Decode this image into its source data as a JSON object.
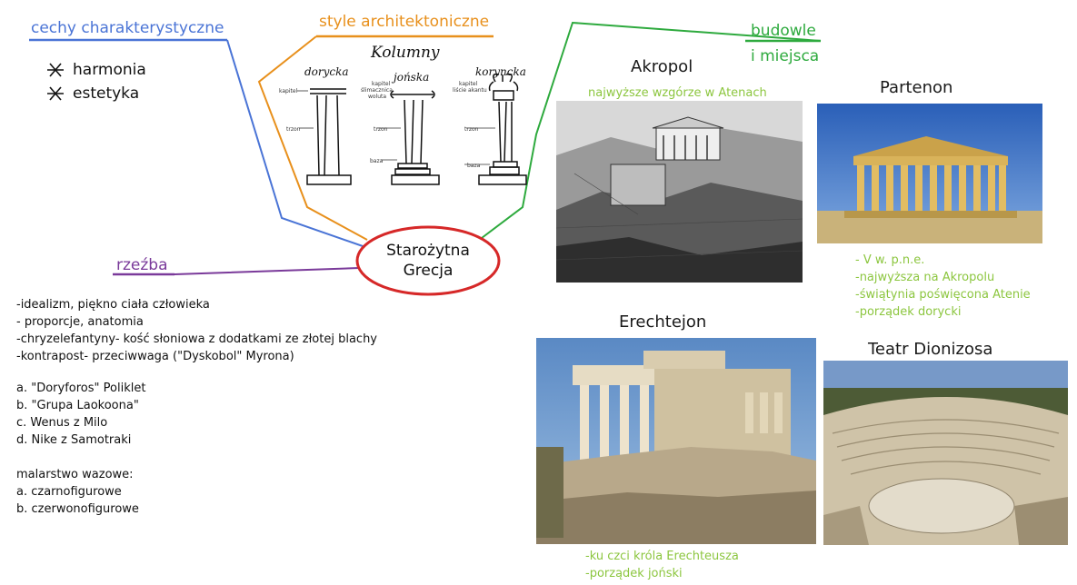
{
  "colors": {
    "blue": "#4a74d6",
    "orange": "#e8901c",
    "green": "#2eaa3e",
    "purple": "#7a3a9a",
    "red": "#d62828",
    "light_green": "#8cc63f"
  },
  "center": {
    "line1": "Starożytna",
    "line2": "Grecja"
  },
  "branches": {
    "features": {
      "label": "cechy charakterystyczne",
      "items": [
        "harmonia",
        "estetyka"
      ]
    },
    "styles": {
      "label": "style architektoniczne",
      "sketch": {
        "title": "Kolumny",
        "orders": [
          "dorycka",
          "jońska",
          "koryncka"
        ],
        "part_labels": {
          "doric": [
            "kapitel",
            "trzon"
          ],
          "ionic": [
            "kapitel",
            "ślimacznica",
            "woluta",
            "trzon",
            "baza"
          ],
          "corinthian": [
            "kapitel",
            "liście akantu",
            "trzon",
            "baza"
          ]
        }
      }
    },
    "buildings": {
      "label_line1": "budowle",
      "label_line2": "i miejsca",
      "akropol": {
        "title": "Akropol",
        "caption": "najwyższe wzgórze w Atenach"
      },
      "partenon": {
        "title": "Partenon",
        "notes": [
          "- V w. p.n.e.",
          "-najwyższa na Akropolu",
          "-świątynia poświęcona Atenie",
          "-porządek dorycki"
        ]
      },
      "erechtejon": {
        "title": "Erechtejon",
        "notes": [
          "-ku czci króla Erechteusza",
          "-porządek joński"
        ]
      },
      "teatr": {
        "title": "Teatr Dionizosa"
      }
    },
    "sculpture": {
      "label": "rzeźba",
      "points": [
        "-idealizm, piękno ciała człowieka",
        "- proporcje, anatomia",
        "-chryzelefantyny- kość słoniowa z dodatkami ze złotej blachy",
        "-kontrapost- przeciwwaga (\"Dyskobol\" Myrona)"
      ],
      "works": [
        "a. \"Doryforos\" Poliklet",
        "b. \"Grupa Laokoona\"",
        "c. Wenus z Milo",
        "d. Nike z Samotraki"
      ],
      "vase_title": "malarstwo wazowe:",
      "vase_items": [
        "a. czarnofigurowe",
        "b. czerwonofigurowe"
      ]
    }
  },
  "icons": [
    "star-bullet-icon",
    "column-sketch",
    "acropolis-engraving",
    "parthenon-photo",
    "erechtheion-photo",
    "theatre-photo"
  ]
}
